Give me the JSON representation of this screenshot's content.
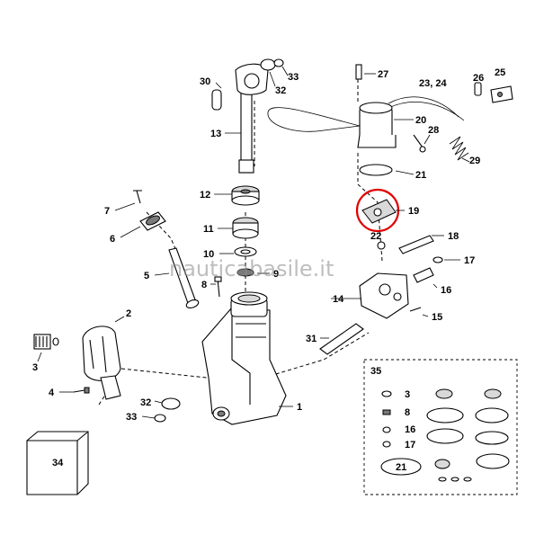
{
  "watermark": "nauticabasile.it",
  "highlight_color": "#e00000",
  "callouts": {
    "c1": "1",
    "c2": "2",
    "c3": "3",
    "c4": "4",
    "c5": "5",
    "c6": "6",
    "c7": "7",
    "c8": "8",
    "c9": "9",
    "c10": "10",
    "c11": "11",
    "c12": "12",
    "c13": "13",
    "c14": "14",
    "c15": "15",
    "c16": "16",
    "c17": "17",
    "c18": "18",
    "c19": "19",
    "c20": "20",
    "c21": "21",
    "c22": "22",
    "c23_24": "23, 24",
    "c25": "25",
    "c26": "26",
    "c27": "27",
    "c28": "28",
    "c29": "29",
    "c30": "30",
    "c31": "31",
    "c32a": "32",
    "c32b": "32",
    "c33a": "33",
    "c33b": "33",
    "c34": "34",
    "c35": "35"
  },
  "kit_labels": {
    "k3": "3",
    "k8": "8",
    "k16": "16",
    "k17": "17",
    "k21": "21"
  }
}
